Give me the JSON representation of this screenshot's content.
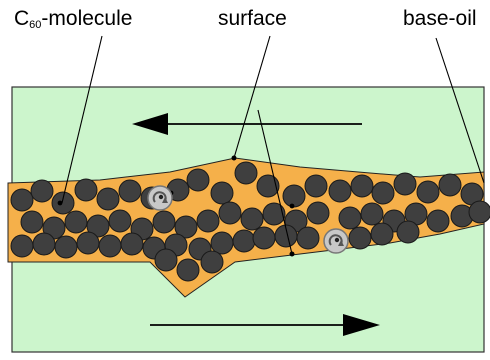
{
  "labels": {
    "c60_prefix": "C",
    "c60_subscript": "60",
    "c60_suffix": "-molecule",
    "surface": "surface",
    "base_oil": "base-oil"
  },
  "colors": {
    "panel_fill": "#ccf5cc",
    "panel_stroke": "#333333",
    "oil_fill": "#f5b04a",
    "molecule_fill": "#3f3f3f",
    "molecule_stroke": "#1a1a1a",
    "highlight_fill": "#c8c8c8",
    "line": "#000000"
  },
  "icons": {
    "top_arrow": "arrow-left-icon",
    "bottom_arrow": "arrow-right-icon",
    "rotation_marker": "rotation-arrow-icon"
  }
}
